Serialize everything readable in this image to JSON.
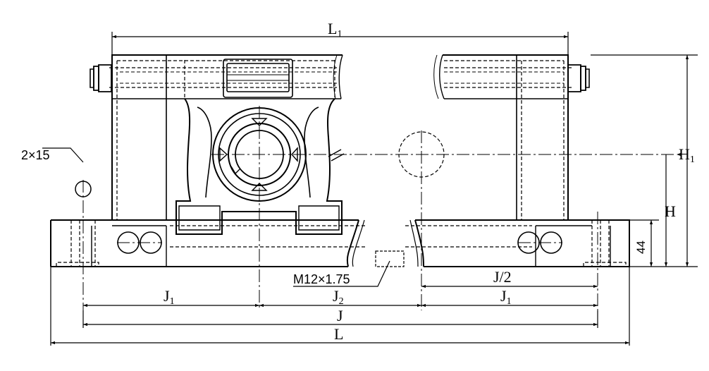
{
  "dimensions": {
    "L1": {
      "main": "L",
      "sub": "1"
    },
    "H1": {
      "main": "H",
      "sub": "1"
    },
    "H": {
      "main": "H"
    },
    "h44": {
      "main": "44"
    },
    "hole": {
      "main": "2×15"
    },
    "thread": {
      "main": "M12×1.75"
    },
    "J_half": {
      "main": "J/2"
    },
    "J1_left": {
      "main": "J",
      "sub": "1"
    },
    "J2": {
      "main": "J",
      "sub": "2"
    },
    "J1_right": {
      "main": "J",
      "sub": "1"
    },
    "J": {
      "main": "J"
    },
    "L": {
      "main": "L"
    }
  }
}
